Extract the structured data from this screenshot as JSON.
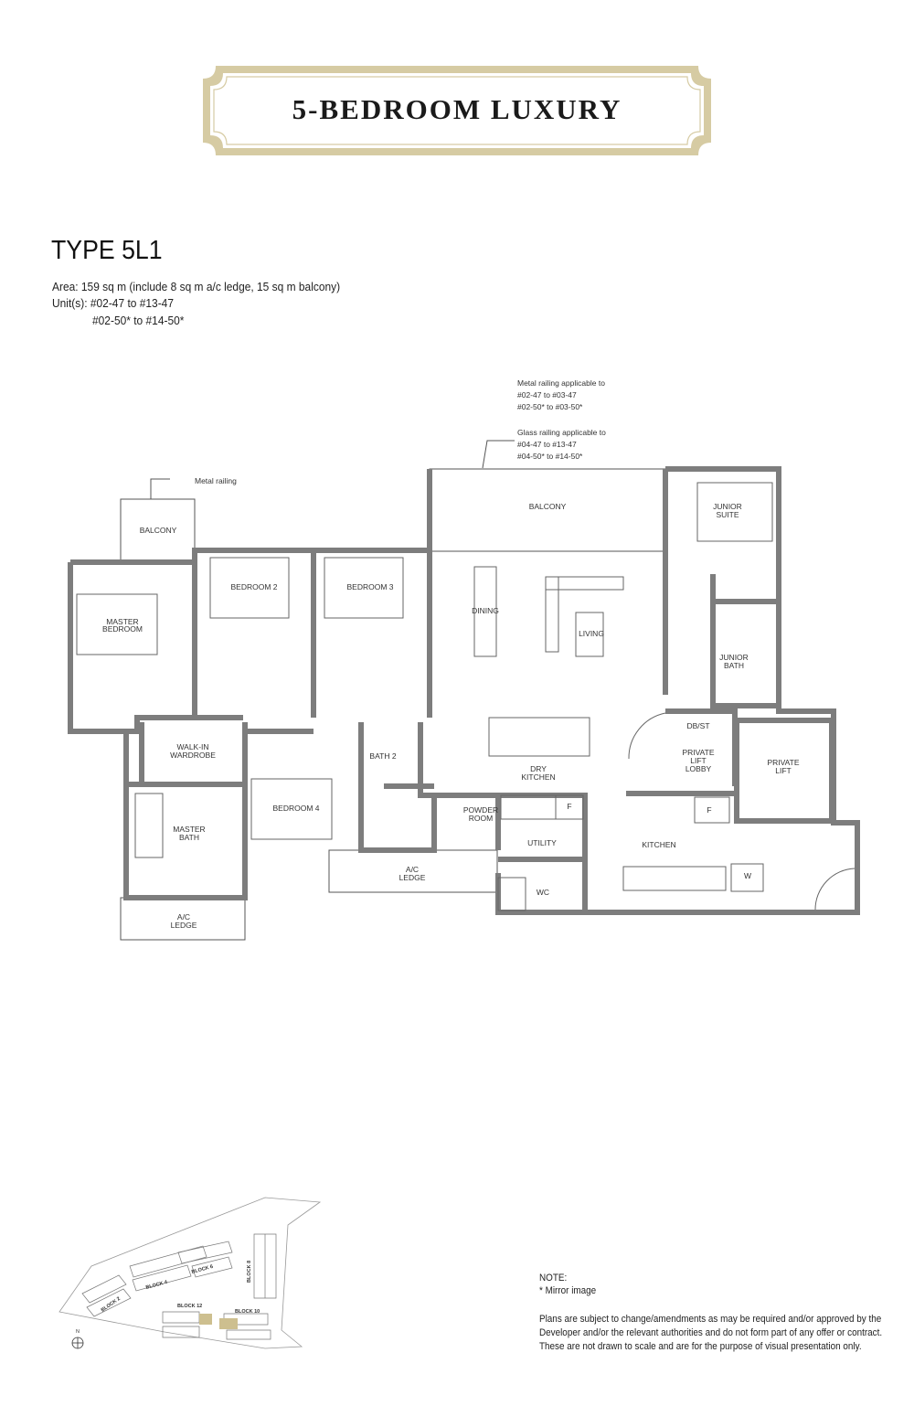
{
  "header": {
    "title": "5-BEDROOM LUXURY",
    "frame_color": "#d6cba3"
  },
  "unit_type": {
    "name": "TYPE 5L1",
    "area": "Area: 159 sq m (include 8 sq m a/c ledge, 15 sq m balcony)",
    "units_label": "Unit(s):",
    "units": [
      "#02-47 to #13-47",
      "#02-50* to #14-50*"
    ]
  },
  "railing_notes": {
    "metal": [
      "Metal railing applicable to",
      "#02-47 to #03-47",
      "#02-50* to #03-50*"
    ],
    "glass": [
      "Glass railing applicable to",
      "#04-47 to #13-47",
      "#04-50* to #14-50*"
    ],
    "metal_railing": "Metal railing"
  },
  "rooms": {
    "balcony_left": "BALCONY",
    "master_bedroom": [
      "MASTER",
      "BEDROOM"
    ],
    "bedroom2": "BEDROOM 2",
    "bedroom3": "BEDROOM 3",
    "balcony_main": "BALCONY",
    "junior_suite": [
      "JUNIOR",
      "SUITE"
    ],
    "dining": "DINING",
    "living": "LIVING",
    "junior_bath": [
      "JUNIOR",
      "BATH"
    ],
    "walk_in_wardrobe": [
      "WALK-IN",
      "WARDROBE"
    ],
    "bath2": "BATH 2",
    "dry_kitchen": [
      "DRY",
      "KITCHEN"
    ],
    "db_st": "DB/ST",
    "private_lift_lobby": [
      "PRIVATE",
      "LIFT",
      "LOBBY"
    ],
    "private_lift": [
      "PRIVATE",
      "LIFT"
    ],
    "bedroom4": "BEDROOM 4",
    "powder_room": [
      "POWDER",
      "ROOM"
    ],
    "master_bath": [
      "MASTER",
      "BATH"
    ],
    "utility": "UTILITY",
    "kitchen": "KITCHEN",
    "ac_ledge_mid": [
      "A/C",
      "LEDGE"
    ],
    "ac_ledge_left": [
      "A/C",
      "LEDGE"
    ],
    "wc": "WC",
    "fridge1": "F",
    "fridge2": "F",
    "washer": "W"
  },
  "site_plan": {
    "blocks": [
      "BLOCK 2",
      "BLOCK 4",
      "BLOCK 6",
      "BLOCK 8",
      "BLOCK 10",
      "BLOCK 12"
    ],
    "north": "N",
    "highlight_color": "#cdbf8f"
  },
  "notes": {
    "heading": "NOTE:",
    "mirror": "* Mirror image",
    "disclaimer": [
      "Plans are subject to change/amendments as may be required and/or approved by the",
      "Developer and/or the relevant authorities and do not form part of any offer or contract.",
      "These are not drawn to scale and are for the purpose of visual presentation only."
    ]
  }
}
